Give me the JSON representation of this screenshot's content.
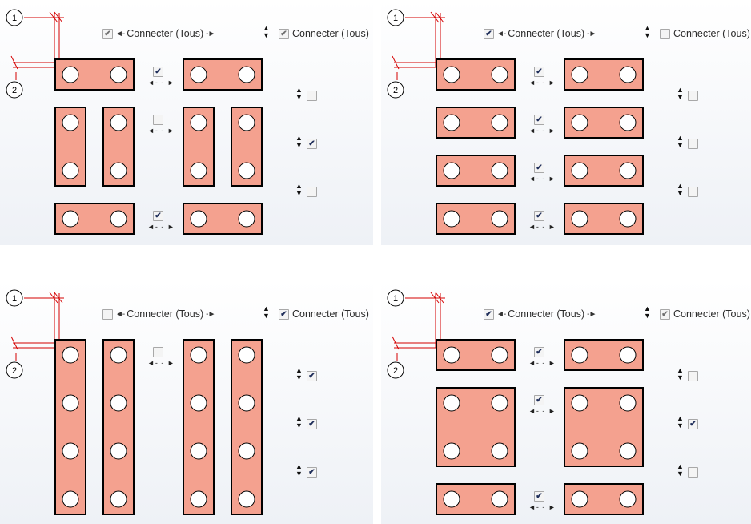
{
  "labels": {
    "connect_all": "Connecter (Tous)",
    "marker1": "1",
    "marker2": "2"
  },
  "icons": {
    "h_arrows": "◄- - ►",
    "left_arrow": "◄-",
    "right_arrow": "-►",
    "up_arrow": "▲",
    "down_arrow": "▼"
  },
  "colors": {
    "plate": "#f4a18f",
    "dimension_line": "#d40000"
  },
  "panels": [
    {
      "top_connect_checked": true,
      "top_connect_gray": true,
      "right_connect_checked": true,
      "right_connect_gray": true,
      "row_checks": [
        true,
        false,
        true
      ],
      "side_checks": [
        false,
        true,
        false
      ]
    },
    {
      "top_connect_checked": true,
      "top_connect_gray": false,
      "right_connect_checked": false,
      "right_connect_gray": true,
      "row_checks": [
        true,
        true,
        true,
        true
      ],
      "side_checks": [
        false,
        false,
        false
      ]
    },
    {
      "top_connect_checked": false,
      "top_connect_gray": true,
      "right_connect_checked": true,
      "right_connect_gray": false,
      "row_checks": [
        false
      ],
      "side_checks": [
        true,
        true,
        true
      ]
    },
    {
      "top_connect_checked": true,
      "top_connect_gray": false,
      "right_connect_checked": true,
      "right_connect_gray": true,
      "row_checks": [
        true,
        true,
        true
      ],
      "side_checks": [
        false,
        true,
        false
      ]
    }
  ]
}
